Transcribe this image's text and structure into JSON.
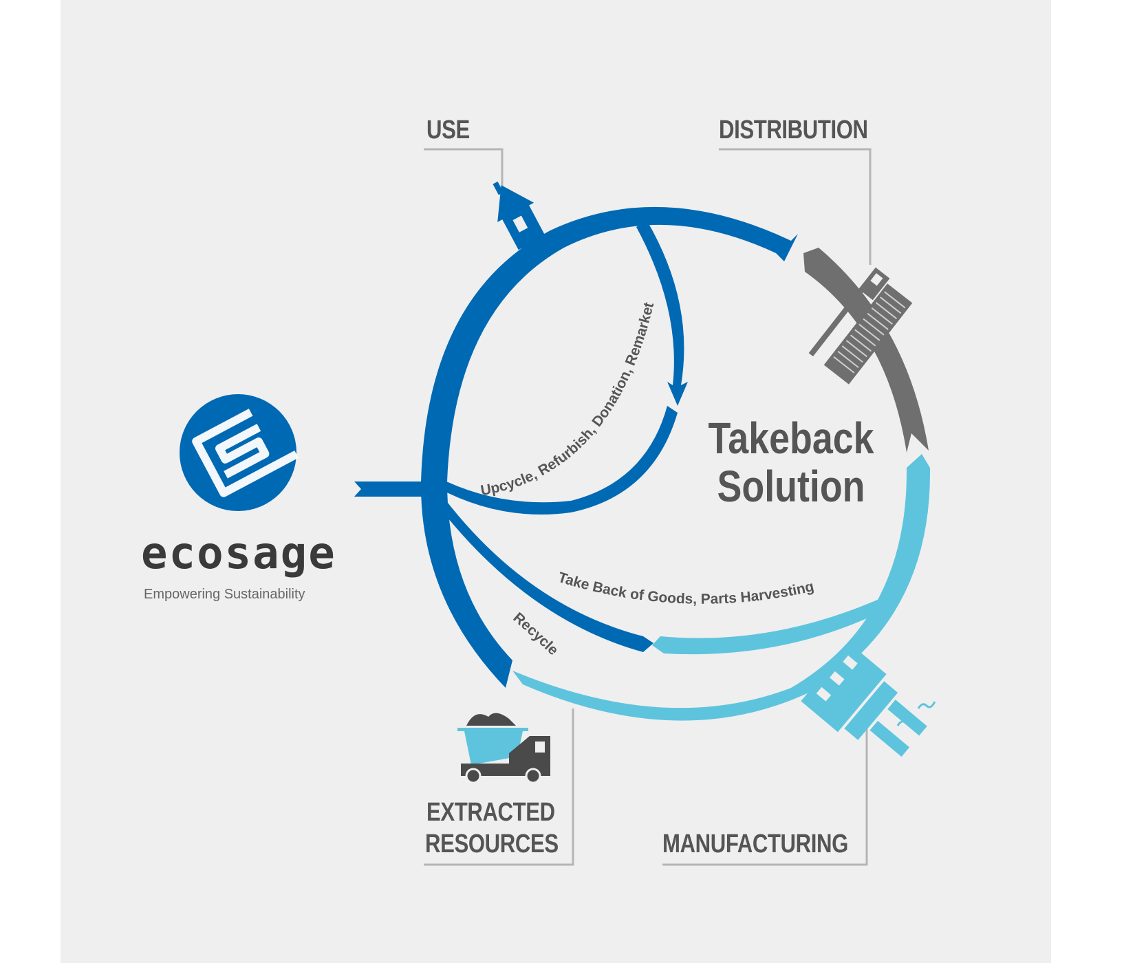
{
  "brand": {
    "name": "ecosage",
    "tagline": "Empowering Sustainability",
    "logo_icon": "ecosage-logo-icon",
    "logo_color": "#0069b4"
  },
  "center": {
    "title_line1": "Takeback",
    "title_line2": "Solution"
  },
  "stages": {
    "use": "USE",
    "distribution": "DISTRIBUTION",
    "extracted_resources_line1": "EXTRACTED",
    "extracted_resources_line2": "RESOURCES",
    "manufacturing": "MANUFACTURING"
  },
  "flows": {
    "inner_loop": "Upcycle, Refurbish, Donation, Remarket",
    "take_back": "Take Back of Goods, Parts Harvesting",
    "recycle": "Recycle"
  },
  "icons": {
    "use": "house-icon",
    "distribution": "container-truck-icon",
    "extracted_resources": "dump-truck-icon",
    "manufacturing": "factory-icon"
  },
  "colors": {
    "dark_blue": "#0069b4",
    "light_blue": "#5ec4de",
    "gray": "#6f6f6f",
    "text": "#555555",
    "leader_line": "#b5b5b5",
    "background": "#efefef"
  }
}
